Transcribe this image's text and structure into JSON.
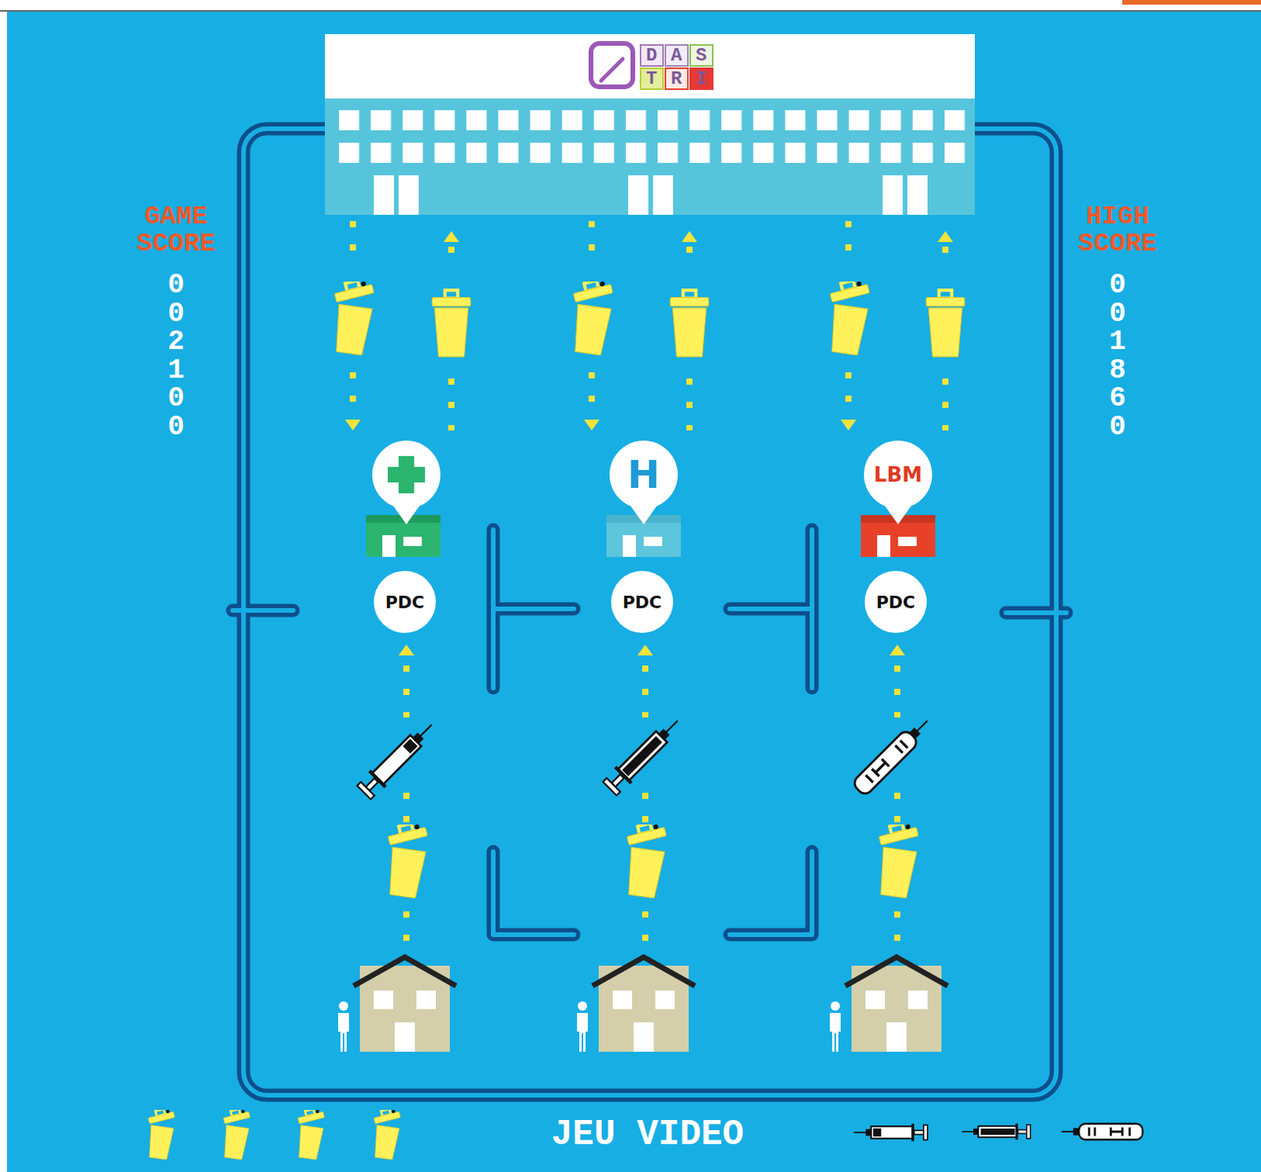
{
  "diagram": {
    "nodes": [
      {
        "text": [
          "DAS TRI"
        ]
      },
      {
        "text": [
          "H"
        ]
      },
      {
        "text": [
          "LBM"
        ]
      },
      {
        "text": [
          "PDC"
        ]
      },
      {
        "text": [
          "PDC"
        ]
      },
      {
        "text": [
          "PDC"
        ]
      }
    ],
    "labels": [
      "GAME SCORE",
      "002100",
      "HIGH SCORE",
      "001860",
      "JEU VIDEO"
    ]
  }
}
